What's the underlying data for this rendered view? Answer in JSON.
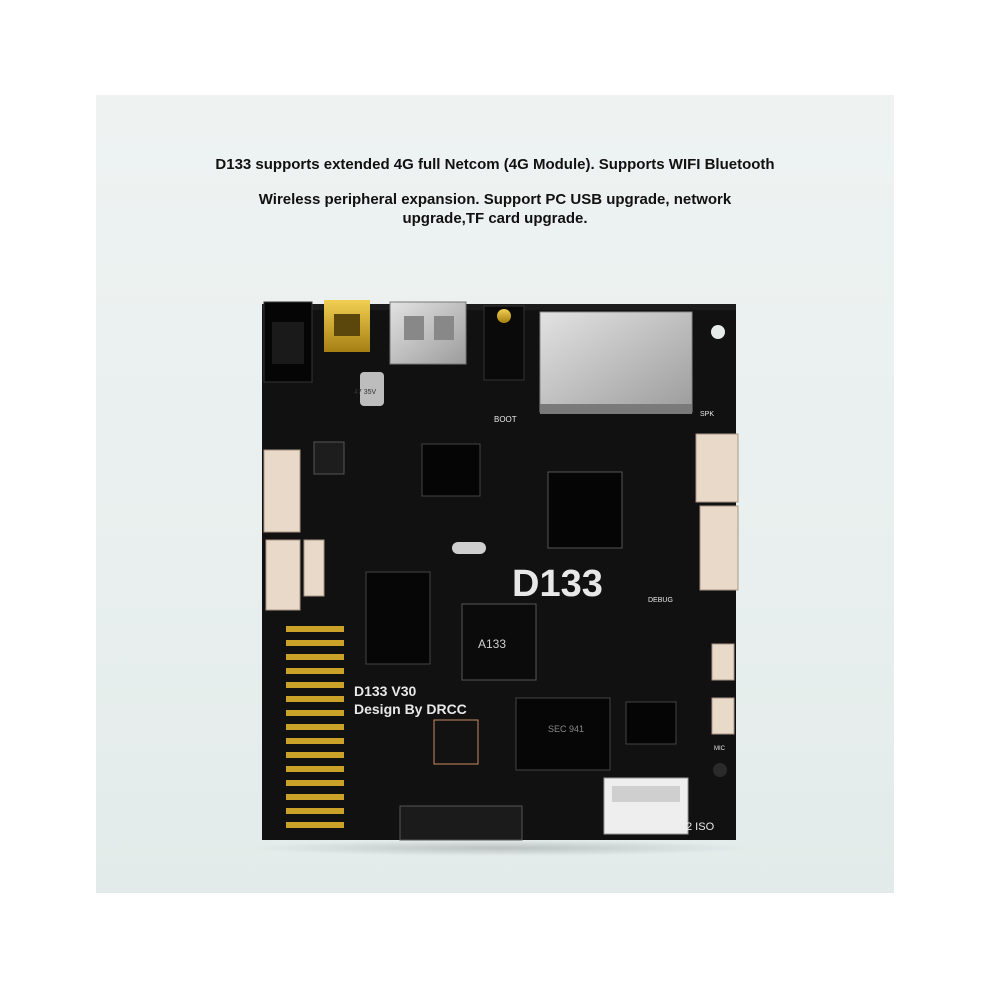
{
  "caption": {
    "line1": "D133 supports extended 4G full Netcom (4G Module). Supports WIFI Bluetooth",
    "line2a": "Wireless peripheral expansion. Support PC USB upgrade, network",
    "line2b": "upgrade,TF card upgrade."
  },
  "board": {
    "model_mark": "D133",
    "version_mark": "D133 V30",
    "designer_mark": "Design By DRCC",
    "chip_mark": "A133",
    "boot_mark": "BOOT",
    "cap_mark": "47 35V",
    "mem_mark": "SEC 941",
    "debug_mark": "DEBUG",
    "spk_mark": "SPK",
    "mic_mark": "MIC",
    "iso_mark": "2 ISO"
  },
  "colors": {
    "background": "#ffffff",
    "panel": "#eaf0ef",
    "pcb": "#121212",
    "silkscreen": "#e8e8e8",
    "connector": "#e9d9c9",
    "gold": "#c9a227",
    "metal": "#c2c2c2"
  }
}
